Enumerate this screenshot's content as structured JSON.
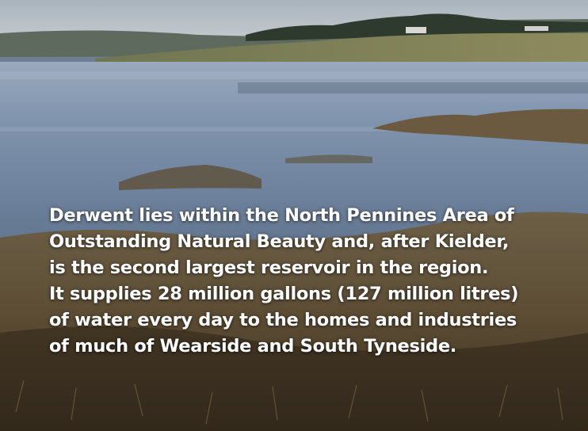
{
  "photo": {
    "subject": "reservoir-landscape"
  },
  "caption": {
    "lines": [
      "Derwent lies within the North Pennines Area of",
      "Outstanding Natural Beauty and, after Kielder,",
      "is the second largest reservoir in the region.",
      "It supplies 28 million gallons (127 million litres)",
      "of water every day to the homes and industries",
      "of much of Wearside and South Tyneside."
    ]
  },
  "colors": {
    "sky": "#b9c2c9",
    "water": "#7c8fa8",
    "grass": "#6a5a3e",
    "text": "#ffffff"
  }
}
